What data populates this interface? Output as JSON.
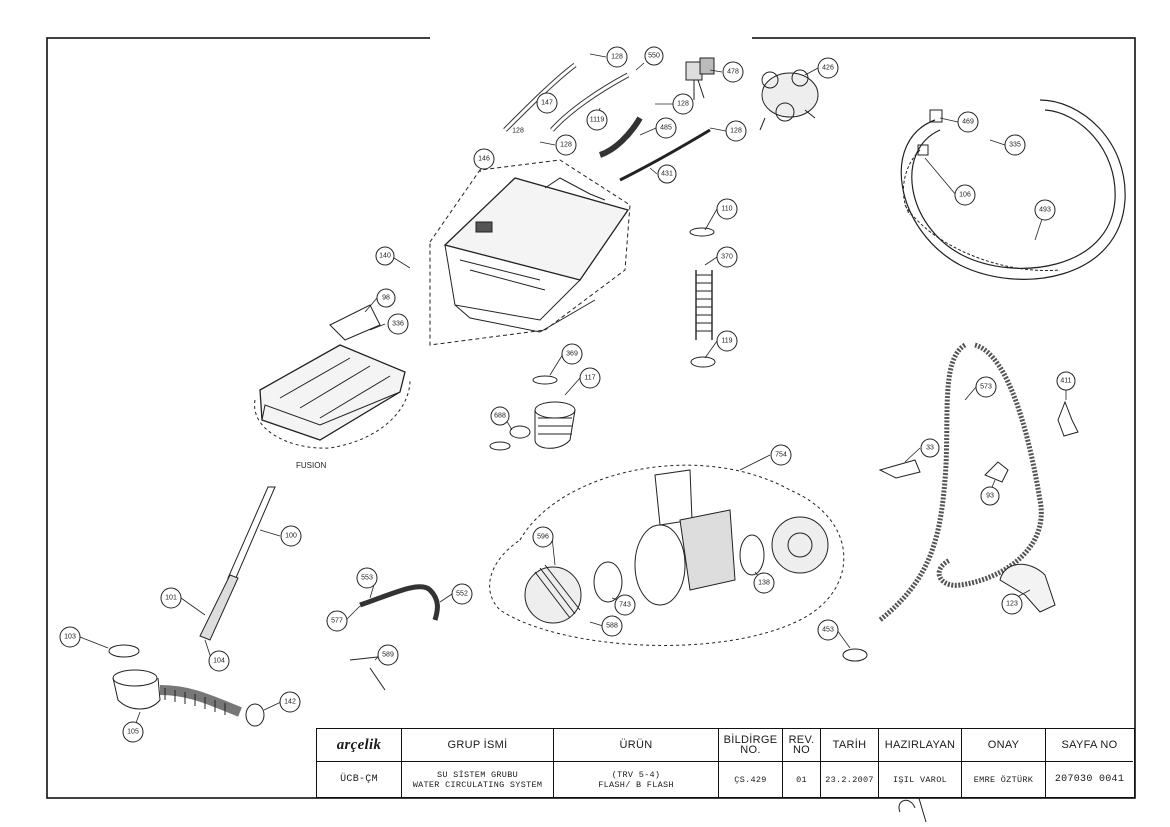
{
  "labels": {
    "p128a": "128",
    "p550": "550",
    "p478": "478",
    "p426": "426",
    "p147": "147",
    "p1119": "1119",
    "p128b": "128",
    "p128c": "128",
    "p485": "485",
    "p128d": "128",
    "p128e": "128",
    "p431": "431",
    "p146": "146",
    "p110": "110",
    "p370": "370",
    "p119": "119",
    "p140": "140",
    "p98": "98",
    "p336": "336",
    "p369": "369",
    "p117": "117",
    "p688": "688",
    "p469": "469",
    "p335": "335",
    "p106": "106",
    "p493": "493",
    "p573": "573",
    "p411": "411",
    "p33": "33",
    "p93": "93",
    "p754": "754",
    "p596": "596",
    "p743": "743",
    "p138": "138",
    "p123": "123",
    "p453": "453",
    "p100": "100",
    "p553": "553",
    "p552": "552",
    "p577": "577",
    "p101": "101",
    "p588": "588",
    "p104": "104",
    "p103": "103",
    "p589": "589",
    "p105": "105",
    "p142": "142"
  },
  "fusion_label": "FUSION",
  "title_block": {
    "logo": "arçelik",
    "grup_ismi_header": "GRUP İSMİ",
    "urun_header": "ÜRÜN",
    "bildirge_header": "BİLDİRGE NO.",
    "rev_header": "REV. NO",
    "tarih_header": "TARİH",
    "hazirlayan_header": "HAZIRLAYAN",
    "onay_header": "ONAY",
    "sayfa_header": "SAYFA NO",
    "code": "ÜCB-ÇM",
    "group_tr": "SU SİSTEM GRUBU",
    "group_en": "WATER CIRCULATING SYSTEM",
    "product_line1": "(TRV 5-4)",
    "product_line2": "FLASH/ B FLASH",
    "bildirge_no": "ÇS.429",
    "rev_no": "01",
    "date": "23.2.2007",
    "prepared_by": "IŞIL VAROL",
    "approved_by": "EMRE ÖZTÜRK",
    "page_no": "207030 0041"
  }
}
